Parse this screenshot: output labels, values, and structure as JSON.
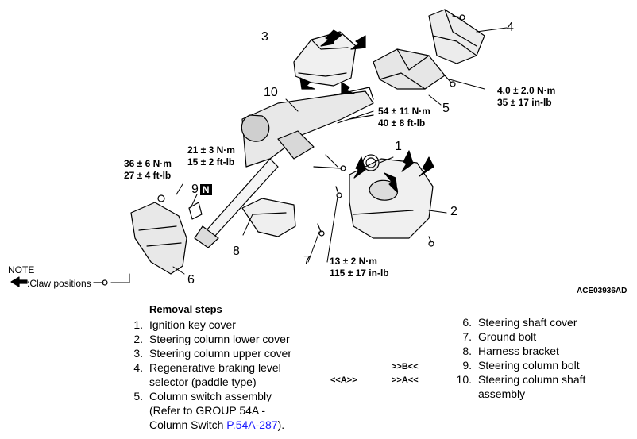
{
  "callouts": {
    "c1": "1",
    "c2": "2",
    "c3": "3",
    "c4": "4",
    "c5": "5",
    "c6": "6",
    "c7": "7",
    "c8": "8",
    "c9": "9",
    "c9_badge": "N",
    "c10": "10"
  },
  "torques": {
    "t4": [
      "4.0 ± 2.0 N·m",
      "35 ± 17 in-lb"
    ],
    "t5": [
      "54 ± 11 N·m",
      "40 ± 8 ft-lb"
    ],
    "t_mid": [
      "21 ± 3 N·m",
      "15 ± 2 ft-lb"
    ],
    "t_left": [
      "36 ± 6 N·m",
      "27 ± 4 ft-lb"
    ],
    "t7": [
      "13 ± 2 N·m",
      "115 ± 17 in-lb"
    ]
  },
  "note": {
    "title": "NOTE",
    "claw": ":Claw positions"
  },
  "figure_code": "ACE03936AD",
  "removal": {
    "title": "Removal steps",
    "left": [
      {
        "n": "1.",
        "text": "Ignition key cover"
      },
      {
        "n": "2.",
        "text": "Steering column lower cover"
      },
      {
        "n": "3.",
        "text": "Steering column upper cover"
      },
      {
        "n": "4.",
        "text": "Regenerative braking level selector (paddle type)"
      },
      {
        "n": "5.",
        "text_a": "Column switch assembly (Refer to GROUP 54A - Column Switch ",
        "link": "P.54A-287",
        "text_b": ")."
      }
    ],
    "right": [
      {
        "n": "6.",
        "text": "Steering shaft cover"
      },
      {
        "n": "7.",
        "text": "Ground bolt"
      },
      {
        "n": "8.",
        "text": "Harness bracket"
      },
      {
        "n": "9.",
        "text": "Steering column bolt"
      },
      {
        "n": "10.",
        "text": "Steering column shaft assembly"
      }
    ],
    "marks": {
      "m_b": ">>B<<",
      "m_a_left": "<<A>>",
      "m_a_right": ">>A<<"
    }
  }
}
